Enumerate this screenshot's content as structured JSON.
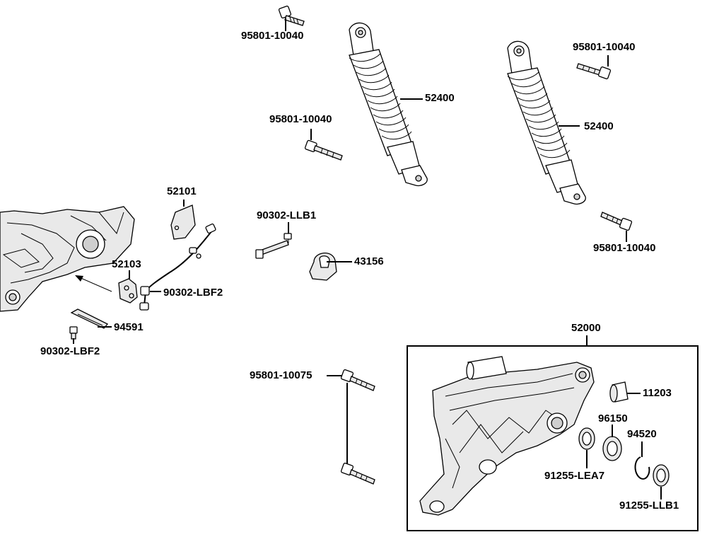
{
  "labels": {
    "bolt_top": "95801-10040",
    "shock_left": "52400",
    "bolt_mid": "95801-10040",
    "bolt_right_top": "95801-10040",
    "shock_right": "52400",
    "bolt_right_bottom": "95801-10040",
    "cover": "52101",
    "bracket": "52103",
    "bolt_lbf2_right": "90302-LBF2",
    "plate": "94591",
    "bolt_lbf2_bottom": "90302-LBF2",
    "bolt_llb1": "90302-LLB1",
    "clamp": "43156",
    "bolt_long": "95801-10075",
    "arm_assy": "52000",
    "bushing": "11203",
    "bearing": "96150",
    "circlip": "94520",
    "seal_left": "91255-LEA7",
    "seal_right": "91255-LLB1"
  }
}
